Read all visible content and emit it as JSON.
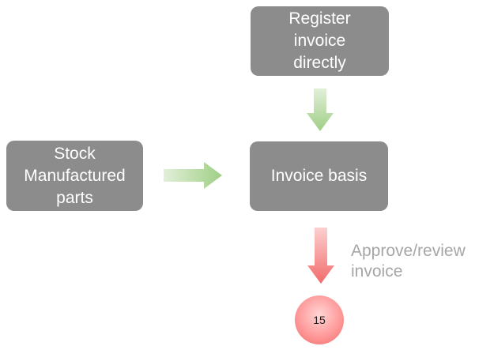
{
  "nodes": {
    "register_invoice": {
      "lines": [
        "Register",
        "invoice",
        "directly"
      ]
    },
    "stock_parts": {
      "lines": [
        "Stock",
        "Manufactured",
        "parts"
      ]
    },
    "invoice_basis": {
      "lines": [
        "Invoice basis"
      ]
    }
  },
  "edges": {
    "approve_review": {
      "lines": [
        "Approve/review",
        "invoice"
      ]
    }
  },
  "step_badge": {
    "number": "15"
  },
  "colors": {
    "box_fill": "#8c8c8c",
    "box_text": "#ffffff",
    "arrow_green": "#a9d18e",
    "arrow_red": "#f47c7c",
    "label_gray": "#a6a6a6"
  }
}
